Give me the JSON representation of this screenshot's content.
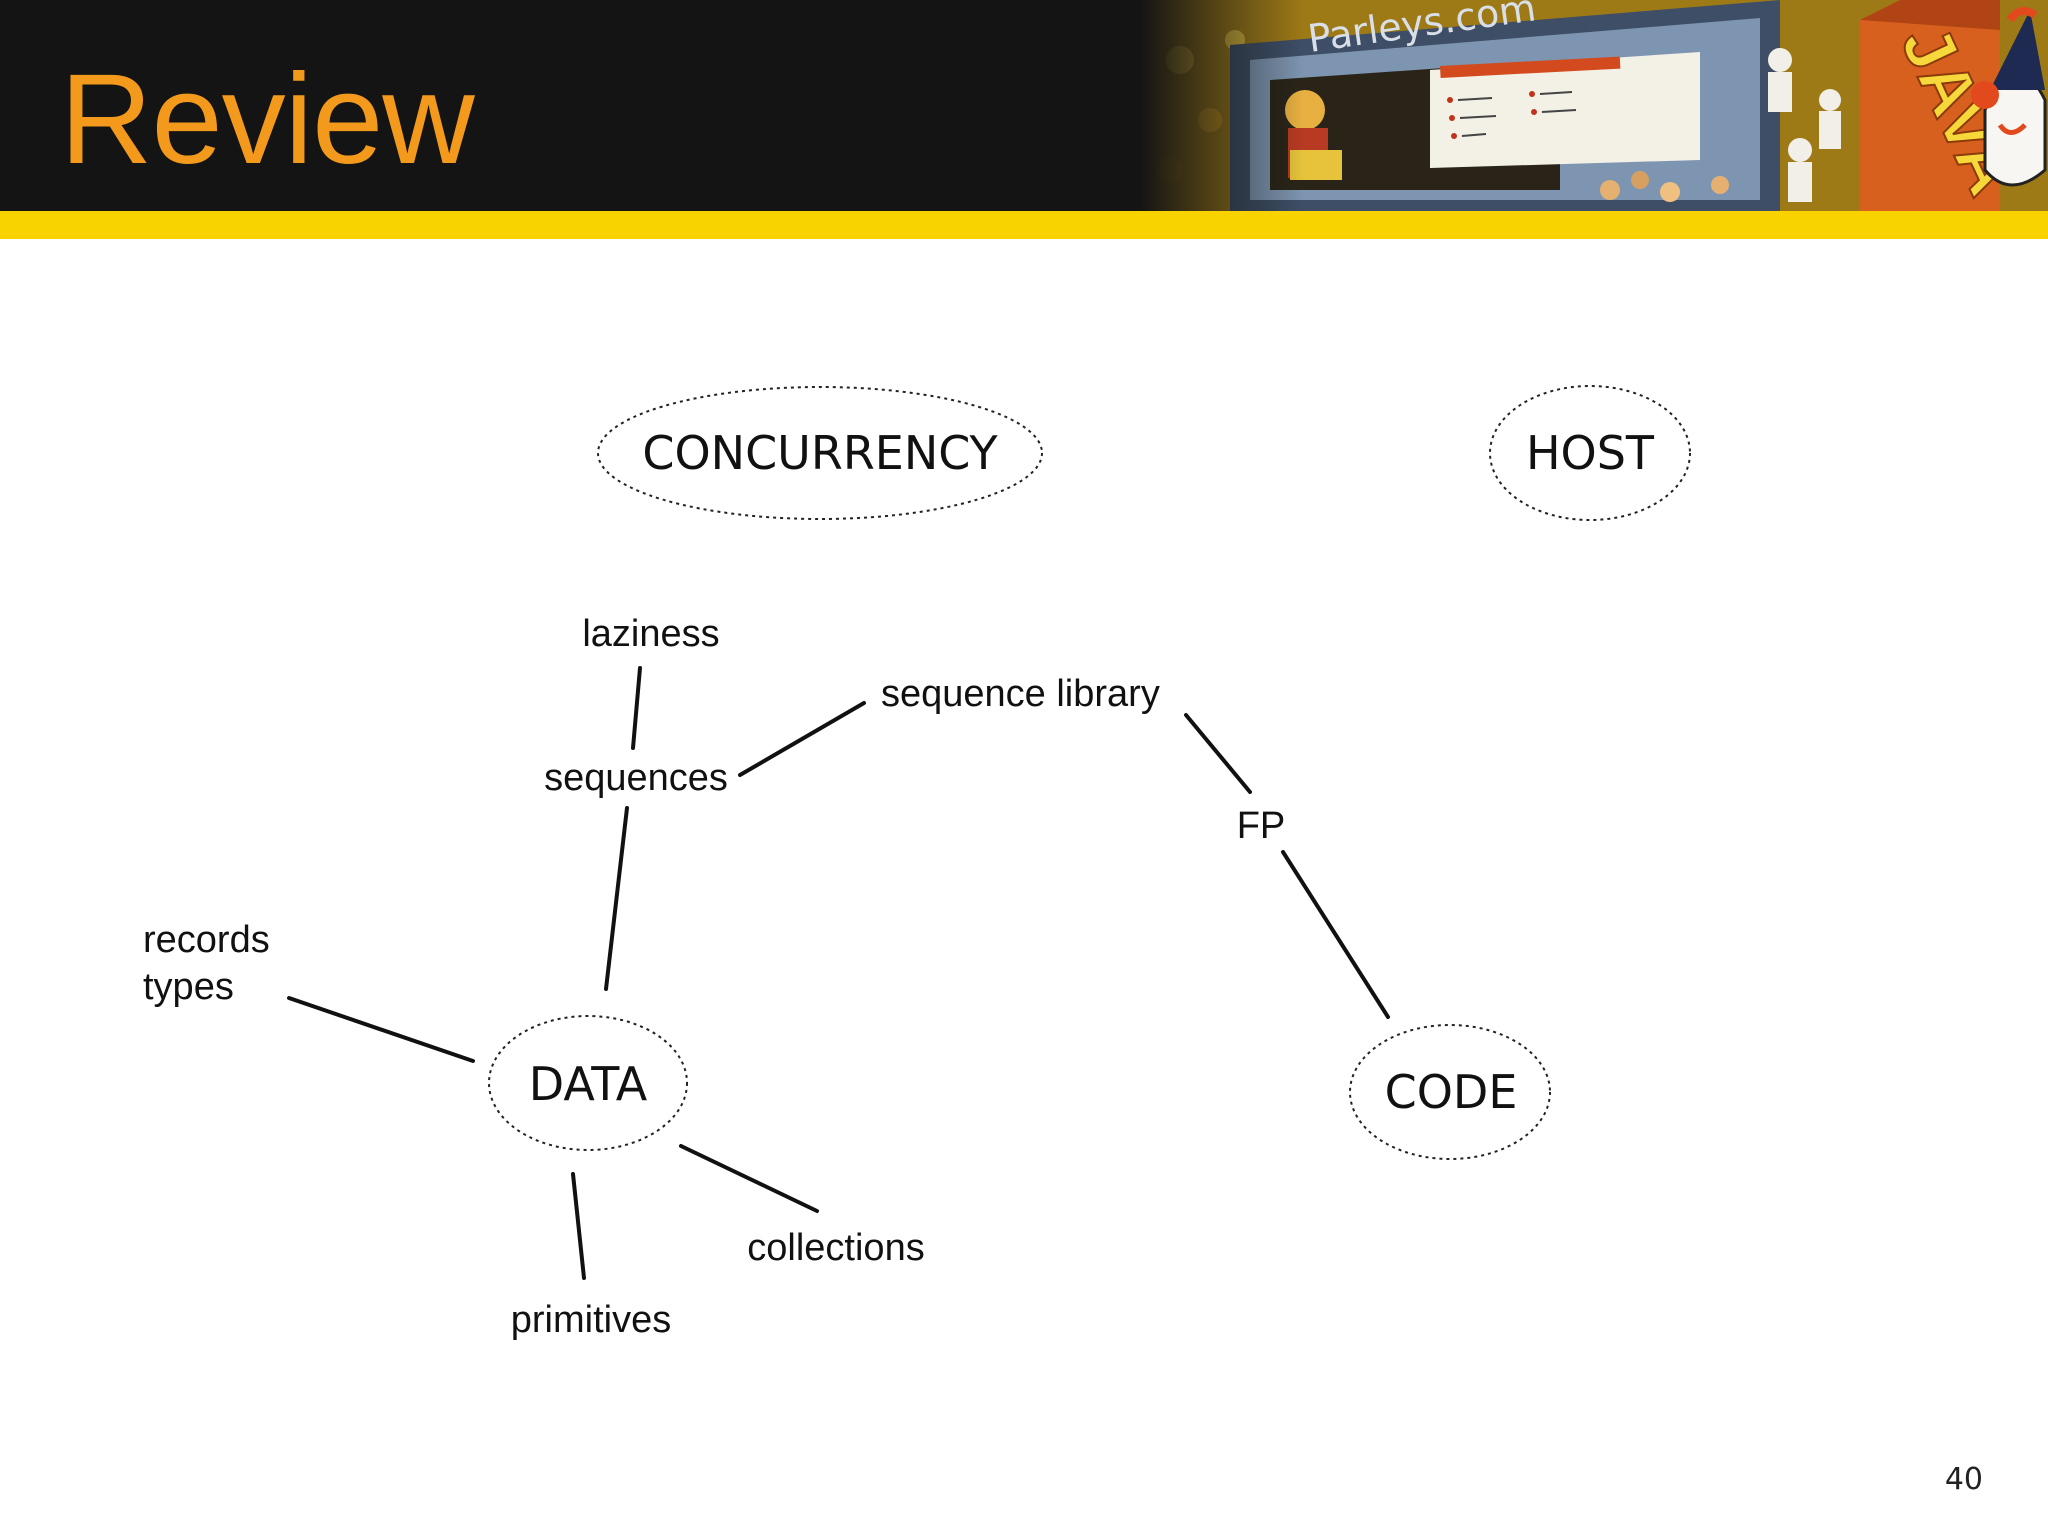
{
  "slide": {
    "title": "Review",
    "page_number": "40",
    "header_art_text": "Parleys.com",
    "header_art_sign": "JAVA"
  },
  "colors": {
    "title": "#f39a1c",
    "header_bg": "#141414",
    "accent_bar": "#f8d300"
  },
  "diagram": {
    "main_nodes": {
      "concurrency": "CONCURRENCY",
      "host": "HOST",
      "data": "DATA",
      "code": "CODE"
    },
    "leaves": {
      "laziness": "laziness",
      "sequence_library": "sequence library",
      "sequences": "sequences",
      "fp": "FP",
      "records": "records",
      "types": "types",
      "collections": "collections",
      "primitives": "primitives"
    }
  }
}
